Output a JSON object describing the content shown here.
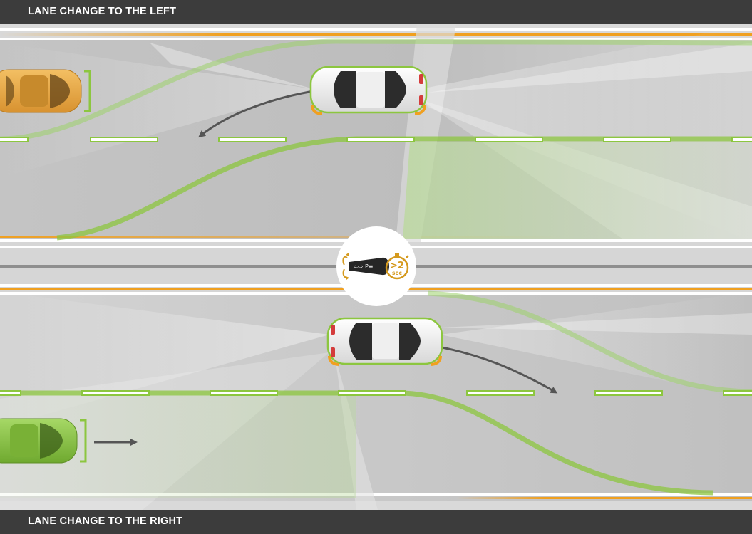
{
  "scenario_top": {
    "title": "LANE CHANGE TO THE LEFT"
  },
  "scenario_bottom": {
    "title": "LANE CHANGE TO THE RIGHT"
  },
  "indicator": {
    "lever_label": "⇦⇨ P≡",
    "timer_value": ">2",
    "timer_unit": "sec"
  },
  "colors": {
    "banner": "#3c3c3c",
    "road": "#b9b9b9",
    "lane_marking_green": "#8cc63f",
    "edge_line_orange": "#f0a020",
    "timer_gold": "#d59a1e",
    "ego_car": "#e6e6e6",
    "car_orange": "#e6a640",
    "car_green": "#8cc63f"
  }
}
